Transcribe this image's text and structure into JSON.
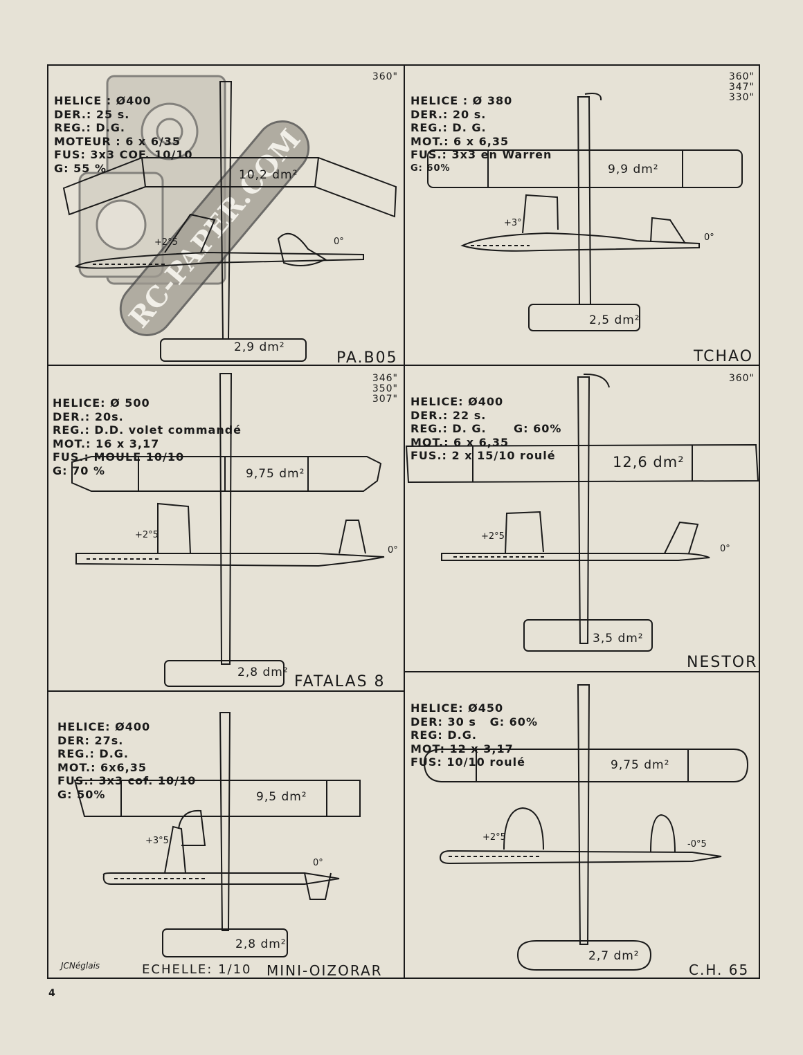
{
  "page_number": "4",
  "scale_label": "ECHELLE: 1/10",
  "signature": "JCNéglais",
  "watermark": {
    "text": "RC-PAPER.COM"
  },
  "models": [
    {
      "name": "PA.B05",
      "specs": [
        "HELICE : Ø400",
        "DER.: 25 s.",
        "REG.: D.G.",
        "MOTEUR : 6 x 6/35",
        "FUS: 3x3 COF. 10/10",
        "G: 55 %"
      ],
      "angles": [
        "360\""
      ],
      "wing_area": "10,2 dm²",
      "tail_area": "2,9 dm²",
      "wing_incidence": "+2°5",
      "tail_incidence": "0°"
    },
    {
      "name": "TCHAO",
      "specs": [
        "HELICE : Ø 380",
        "DER.: 20 s.",
        "REG.: D. G.",
        "MOT.: 6 x 6,35",
        "FUS.: 3x3 en Warren",
        "G: 60%"
      ],
      "angles": [
        "360\"",
        "347\"",
        "330\""
      ],
      "wing_area": "9,9 dm²",
      "tail_area": "2,5 dm²",
      "wing_incidence": "+3°",
      "tail_incidence": "0°"
    },
    {
      "name": "FATALAS 8",
      "specs": [
        "HELICE: Ø 500",
        "DER.: 20s.",
        "REG.: D.D. volet commandé",
        "MOT.: 16 x 3,17",
        "FUS.: MOULE 10/10",
        "G: 70 %"
      ],
      "angles": [
        "346\"",
        "350\"",
        "307\""
      ],
      "wing_area": "9,75 dm²",
      "tail_area": "2,8 dm²",
      "wing_incidence": "+2°5",
      "tail_incidence": "0°"
    },
    {
      "name": "NESTOR",
      "specs": [
        "HELICE: Ø400",
        "DER.: 22 s.",
        "REG.: D. G.      G: 60%",
        "MOT.: 6 x 6,35",
        "FUS.: 2 x 15/10 roulé"
      ],
      "angles": [
        "360\""
      ],
      "wing_area": "12,6 dm²",
      "tail_area": "3,5 dm²",
      "wing_incidence": "+2°5",
      "tail_incidence": "0°"
    },
    {
      "name": "MINI-OIZORAR",
      "specs": [
        "HELICE: Ø400",
        "DER: 27s.",
        "REG.: D.G.",
        "MOT.: 6x6,35",
        "FUS.: 3x3 cof. 10/10",
        "G: 50%"
      ],
      "angles": [],
      "wing_area": "9,5 dm²",
      "tail_area": "2,8 dm²",
      "wing_incidence": "+3°5",
      "tail_incidence": "0°"
    },
    {
      "name": "C.H. 65",
      "specs": [
        "HELICE: Ø450",
        "DER: 30 s   G: 60%",
        "REG: D.G.",
        "MOT: 12 x 3,17",
        "FUS: 10/10 roulé"
      ],
      "angles": [],
      "wing_area": "9,75 dm²",
      "tail_area": "2,7 dm²",
      "wing_incidence": "+2°5",
      "tail_incidence": "-0°5"
    }
  ]
}
